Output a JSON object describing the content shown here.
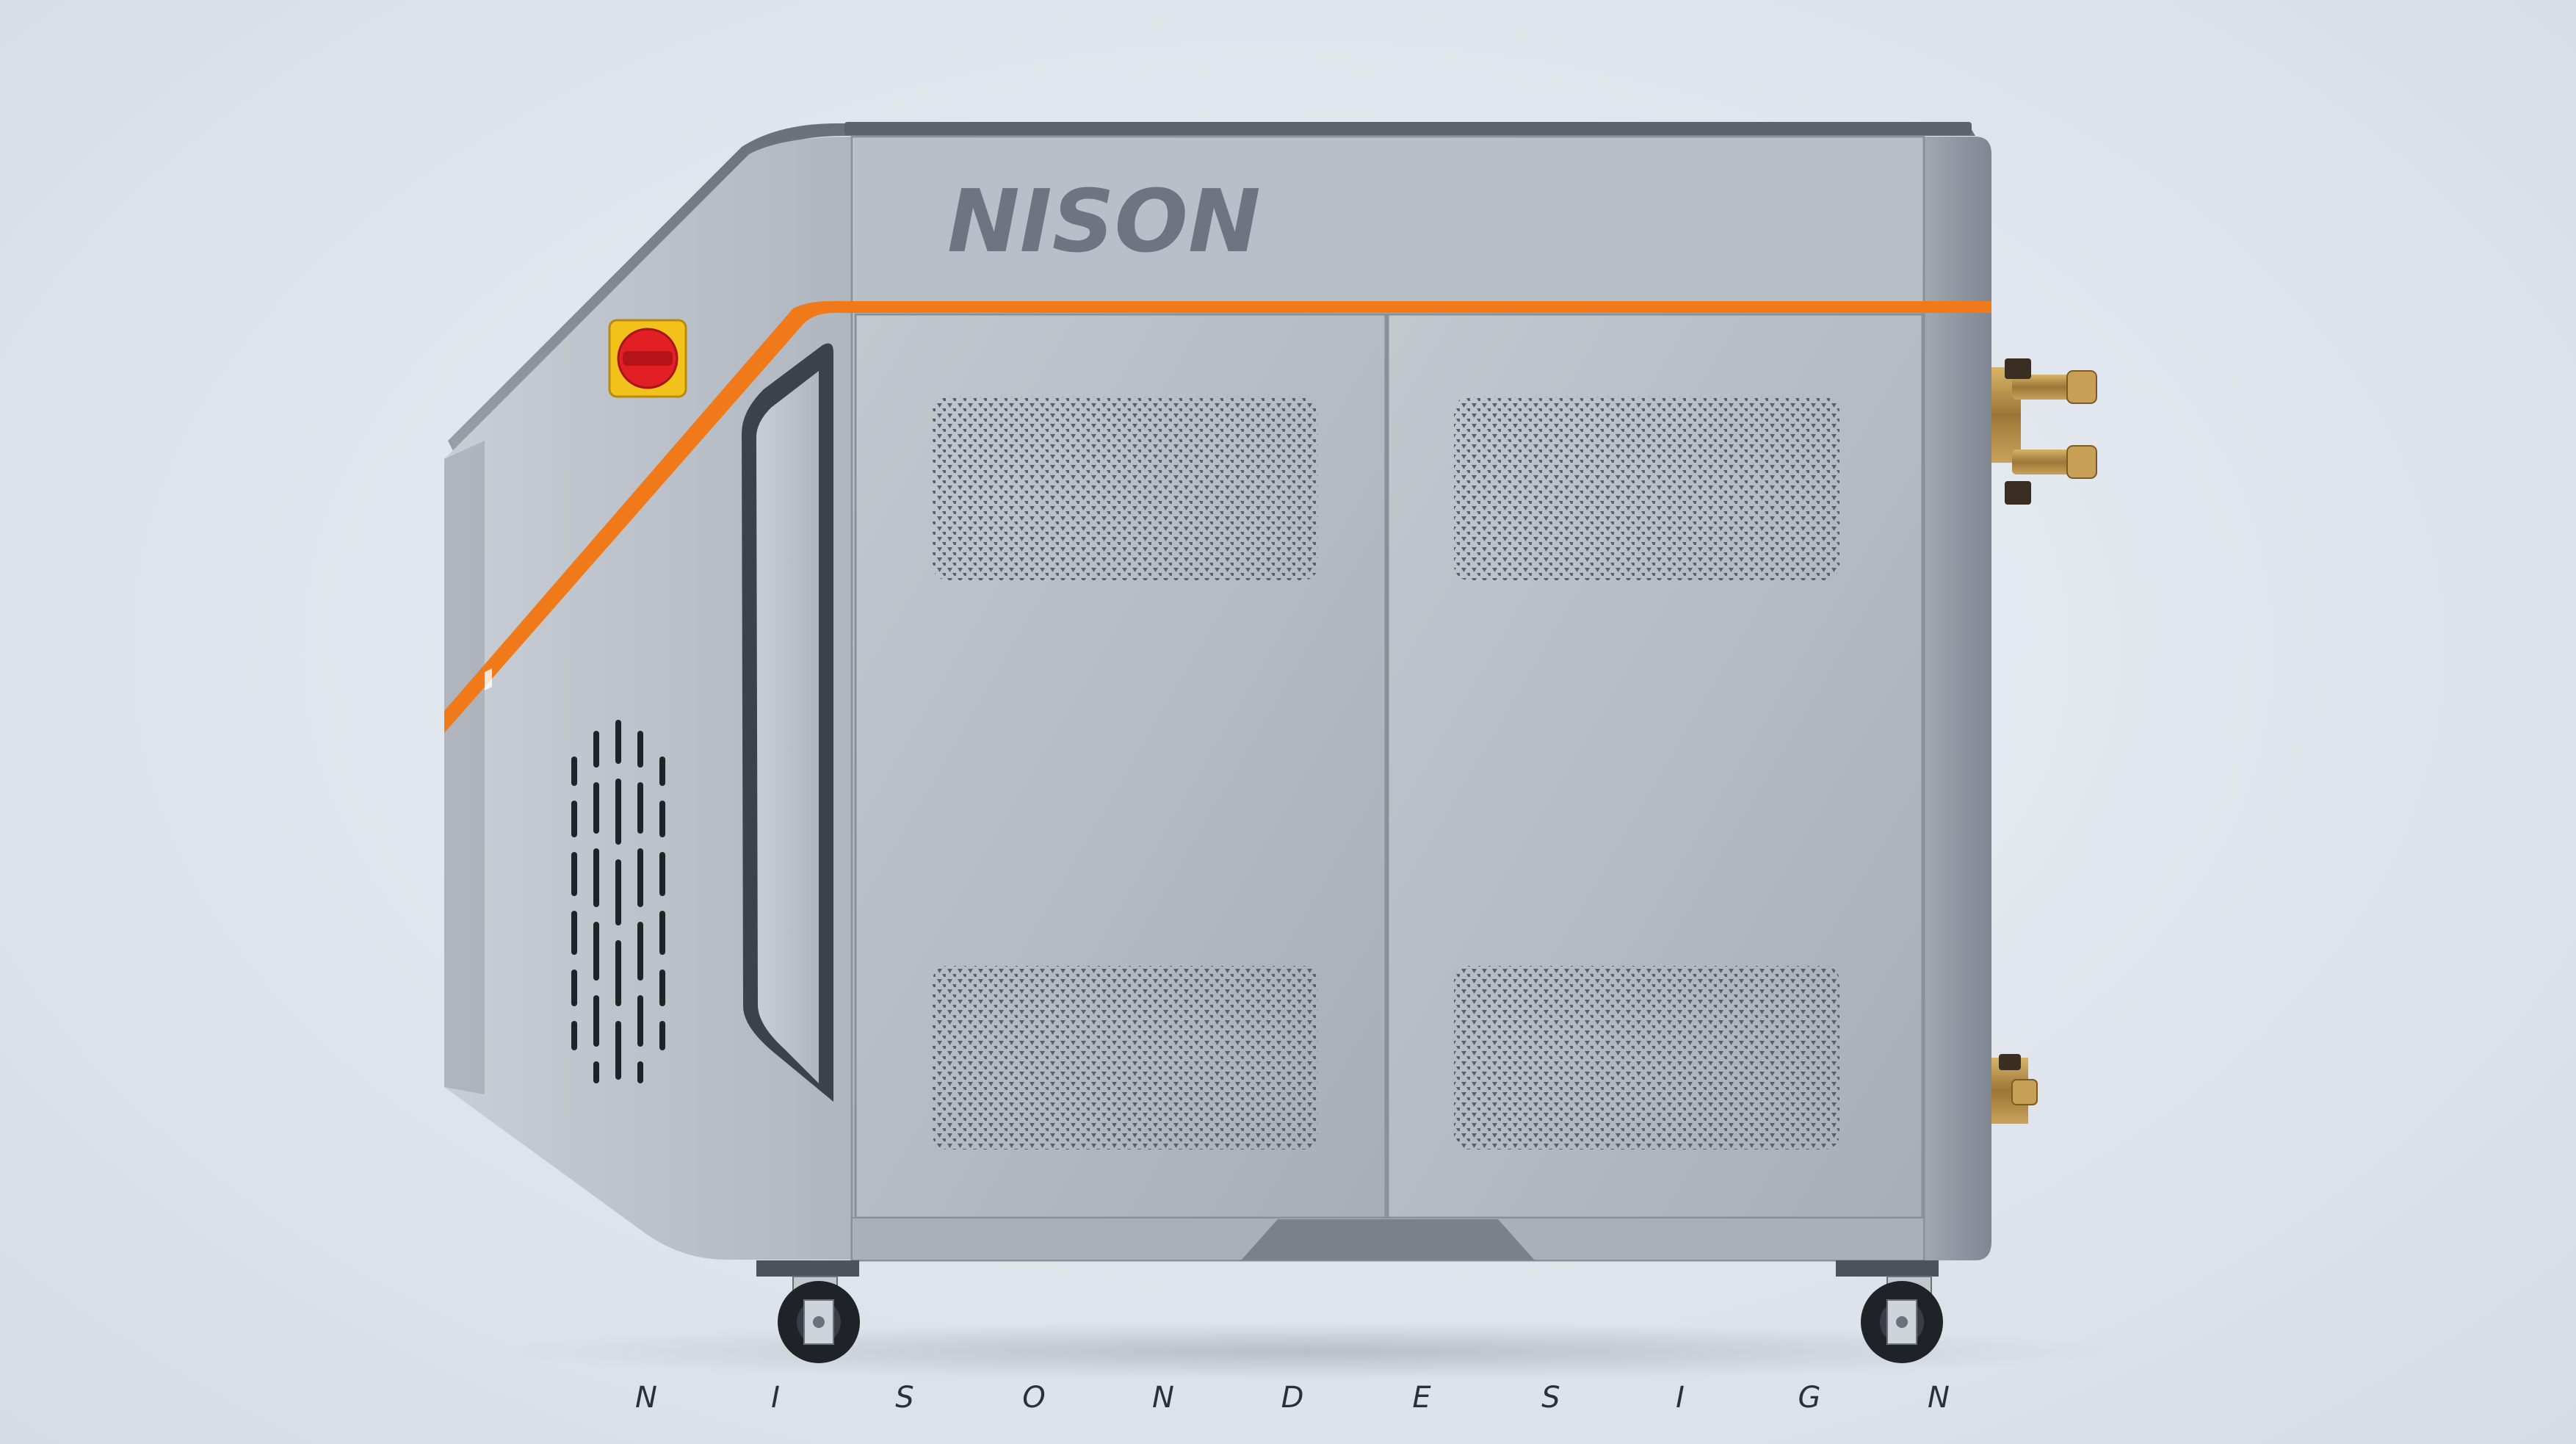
{
  "brand": {
    "logo_text": "NISON"
  },
  "caption": {
    "letters": [
      "N",
      "I",
      "S",
      "O",
      "N",
      "D",
      "E",
      "S",
      "I",
      "G",
      "N"
    ]
  },
  "colors": {
    "background": "#dfe4ec",
    "body_gray": "#b4bac3",
    "accent_orange": "#f07a1a",
    "switch_red": "#e31f26",
    "switch_yellow": "#f3c21a",
    "logo_gray": "#6e7581",
    "brass": "#b08a45"
  },
  "parts": {
    "main_switch": "rotary-switch-icon",
    "vents": "perforated-vent-grid",
    "casters": "caster-wheel-icon",
    "valves": "ball-valve-icon"
  }
}
